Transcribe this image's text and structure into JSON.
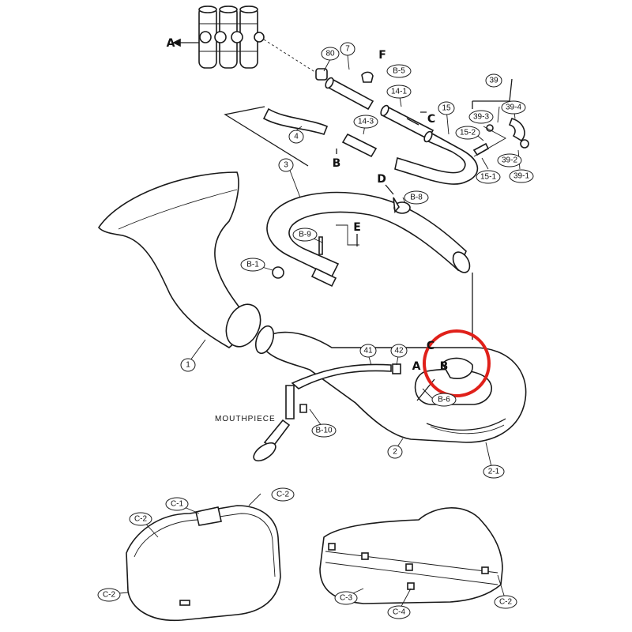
{
  "labels": {
    "p80": "80",
    "p7": "7",
    "p14_1": "14-1",
    "p15": "15",
    "p39": "39",
    "p39_3": "39-3",
    "p39_4": "39-4",
    "p15_2": "15-2",
    "p39_2": "39-2",
    "p15_1": "15-1",
    "p39_1": "39-1",
    "b5": "B-5",
    "p14_3": "14-3",
    "p4": "4",
    "p3": "3",
    "b8": "B-8",
    "b9": "B-9",
    "b1": "B-1",
    "p1": "1",
    "p41": "41",
    "p42": "42",
    "b6": "B-6",
    "p2": "2",
    "p2_1": "2-1",
    "b10": "B-10",
    "c1": "C-1",
    "c2_a": "C-2",
    "c2_b": "C-2",
    "c2_c": "C-2",
    "c2_d": "C-2",
    "c3": "C-3",
    "c4": "C-4"
  },
  "letters": {
    "a_top": "A",
    "f": "F",
    "c_top": "C",
    "b_top": "B",
    "d": "D",
    "e": "E",
    "c_bottom": "C",
    "a_bottom": "A",
    "b_bottom": "B"
  },
  "mouthpiece_label": "MOUTHPIECE",
  "highlight_color": "#e0201a"
}
